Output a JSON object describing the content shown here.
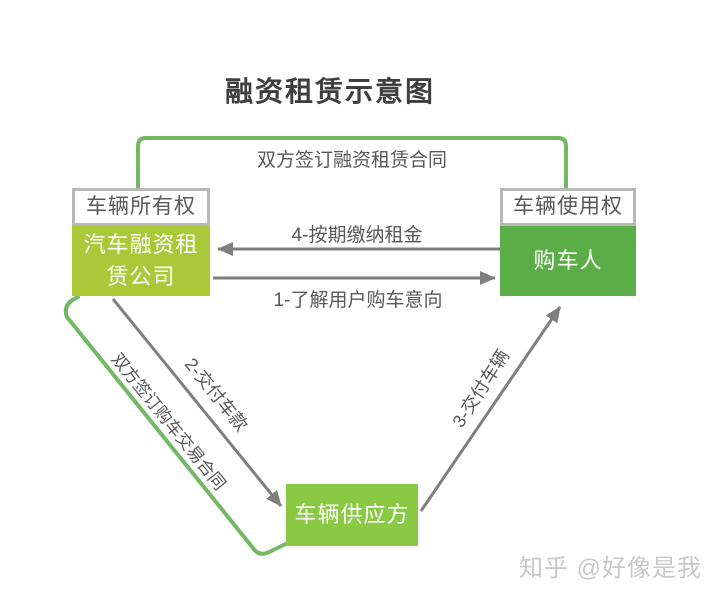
{
  "title": "融资租赁示意图",
  "colors": {
    "lime_green": "#a9c938",
    "medium_green": "#5bad47",
    "light_green": "#8ac943",
    "line_green": "#72b865",
    "arrow_gray": "#7f7f7f",
    "border_gray": "#b8b8b8",
    "text_dark": "#3f3f3f",
    "text_gray": "#595959",
    "watermark_gray": "#c8c8c8"
  },
  "nodes": {
    "owner_label": "车辆所有权",
    "lessor": "汽车融资租赁公司",
    "user_label": "车辆使用权",
    "buyer": "购车人",
    "supplier": "车辆供应方"
  },
  "edges": {
    "lease_contract": "双方签订融资租赁合同",
    "step4": "4-按期缴纳租金",
    "step1": "1-了解用户购车意向",
    "step2": "2-交付车款",
    "purchase_contract": "双方签订购车交易合同",
    "step3": "3-交付车辆"
  },
  "watermark": "知乎 @好像是我"
}
